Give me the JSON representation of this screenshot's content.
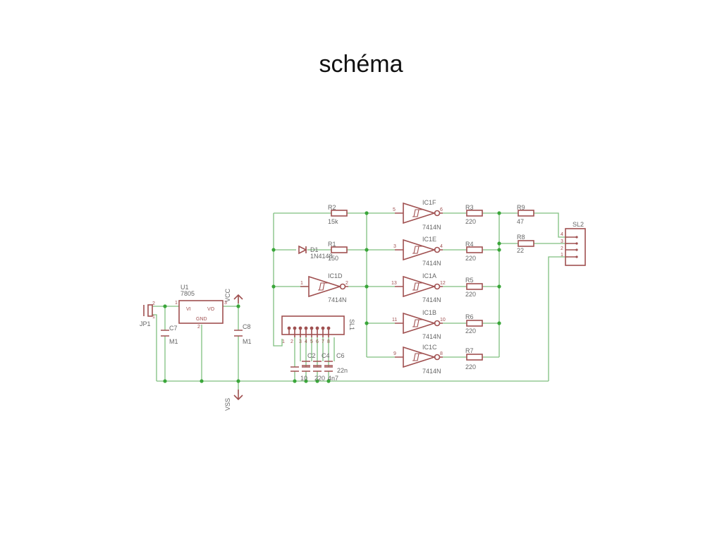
{
  "title": "schéma",
  "components": {
    "R2": {
      "name": "R2",
      "value": "15k"
    },
    "R1": {
      "name": "R1",
      "value": "150"
    },
    "D1": {
      "name": "D1",
      "value": "1N4148"
    },
    "R3": {
      "name": "R3",
      "value": "220"
    },
    "R4": {
      "name": "R4",
      "value": "220"
    },
    "R5": {
      "name": "R5",
      "value": "220"
    },
    "R6": {
      "name": "R6",
      "value": "220"
    },
    "R7": {
      "name": "R7",
      "value": "220"
    },
    "R8": {
      "name": "R8",
      "value": "22"
    },
    "R9": {
      "name": "R9",
      "value": "47"
    },
    "IC1F": {
      "name": "IC1F",
      "value": "7414N",
      "in": "5",
      "out": "6"
    },
    "IC1E": {
      "name": "IC1E",
      "value": "7414N",
      "in": "3",
      "out": "4"
    },
    "IC1D": {
      "name": "IC1D",
      "value": "7414N",
      "in": "1",
      "out": "2"
    },
    "IC1A": {
      "name": "IC1A",
      "value": "7414N",
      "in": "13",
      "out": "12"
    },
    "IC1B": {
      "name": "IC1B",
      "value": "7414N",
      "in": "11",
      "out": "10"
    },
    "IC1C": {
      "name": "IC1C",
      "value": "7414N",
      "in": "9",
      "out": "8"
    },
    "U1": {
      "name": "U1",
      "value": "7805",
      "vi": "VI",
      "vo": "VO",
      "gnd": "GND",
      "pin1": "1",
      "pin3": "3",
      "pin2": "2"
    },
    "C7": {
      "name": "C7",
      "value": "M1"
    },
    "C8": {
      "name": "C8",
      "value": "M1"
    },
    "C2": {
      "name": "C2",
      "value": "220"
    },
    "C4": {
      "name": "C4",
      "value": "4n7"
    },
    "C6": {
      "name": "C6",
      "value": "22n"
    },
    "C_extra": {
      "value": "10"
    },
    "JP1": {
      "name": "JP1",
      "pin2": "2",
      "pin1": "1"
    },
    "SL1": {
      "name": "SL1",
      "pins": [
        "1",
        "2",
        "3",
        "4",
        "5",
        "6",
        "7",
        "8"
      ]
    },
    "SL2": {
      "name": "SL2",
      "pins": [
        "4",
        "3",
        "2",
        "1"
      ]
    },
    "VCC": {
      "name": "VCC"
    },
    "VSS": {
      "name": "VSS"
    }
  }
}
